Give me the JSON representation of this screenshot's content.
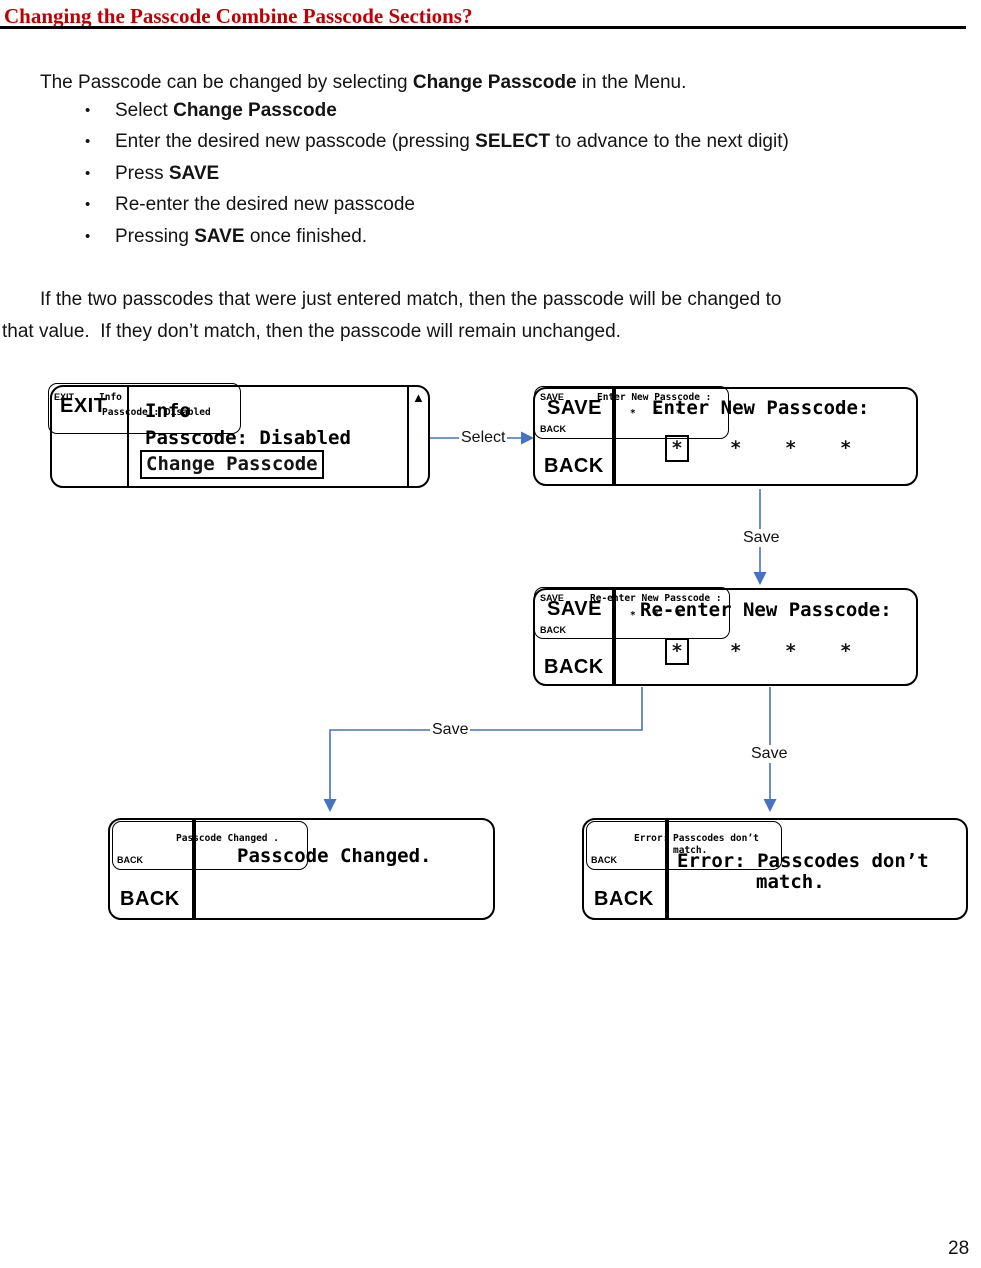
{
  "page_number": "28",
  "title": "Changing the Passcode Combine Passcode Sections?",
  "list_marker": "•",
  "icons": {
    "antenna": "▲"
  },
  "intro": {
    "pre": "The Passcode can be changed by selecting ",
    "bold": "Change Passcode",
    "post": " in the Menu."
  },
  "bullets": [
    {
      "pre": "Select ",
      "bold": "Change Passcode",
      "post": ""
    },
    {
      "pre": "Enter the desired new passcode (pressing ",
      "bold": "SELECT",
      "post": " to advance to the next digit)"
    },
    {
      "pre": "Press ",
      "bold": "SAVE",
      "post": ""
    },
    {
      "pre": "Re-enter the desired new passcode",
      "bold": "",
      "post": ""
    },
    {
      "pre": "Pressing ",
      "bold": "SAVE",
      "post": " once finished."
    }
  ],
  "paragraph": {
    "line1": "If the two passcodes that were just entered match, then the passcode will be changed to",
    "line2": "that value.  If they don’t match, then the passcode will remain unchanged."
  },
  "connectors": {
    "select": "Select",
    "save1": "Save",
    "save2": "Save",
    "save3": "Save"
  },
  "screens": {
    "info": {
      "softkey_top": "EXIT",
      "line1": "Info",
      "line2": "Passcode: Disabled",
      "menu_item": "Change Passcode",
      "mini": {
        "softkey_top": "EXIT",
        "line1": "Info",
        "line2": "Passcode : Disabled"
      }
    },
    "enter": {
      "softkey_top": "SAVE",
      "softkey_bottom": "BACK",
      "title": "Enter New Passcode:",
      "stars": [
        "*",
        "*",
        "*",
        "*"
      ],
      "mini": {
        "softkey_top": "SAVE",
        "title": "Enter New Passcode :",
        "stars": "*   *   *",
        "softkey_bottom": "BACK"
      }
    },
    "reenter": {
      "softkey_top": "SAVE",
      "softkey_bottom": "BACK",
      "title": "Re-enter New Passcode:",
      "stars": [
        "*",
        "*",
        "*",
        "*"
      ],
      "mini": {
        "softkey_top": "SAVE",
        "title": "Re-enter New Passcode :",
        "stars": "*   *   *",
        "softkey_bottom": "BACK"
      }
    },
    "changed": {
      "softkey_bottom": "BACK",
      "title": "Passcode Changed.",
      "mini": {
        "title": "Passcode Changed .",
        "softkey_bottom": "BACK"
      }
    },
    "error": {
      "softkey_bottom": "BACK",
      "title_line1": "Error: Passcodes don’t",
      "title_line2": "match.",
      "mini": {
        "label": "Error:",
        "line1": "Passcodes don’t",
        "line2": "match.",
        "softkey_bottom": "BACK"
      }
    }
  }
}
